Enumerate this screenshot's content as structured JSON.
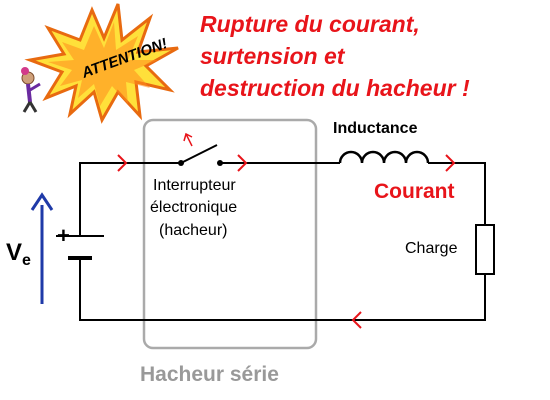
{
  "warning": {
    "badge_text": "ATTENTION!",
    "lines": [
      "Rupture du courant,",
      "surtension et",
      "destruction du hacheur !"
    ]
  },
  "labels": {
    "inductance": "Inductance",
    "courant": "Courant",
    "switch": [
      "Interrupteur",
      "électronique",
      "(hacheur)"
    ],
    "charge": "Charge",
    "hacheur_serie": "Hacheur série",
    "voltage_main": "V",
    "voltage_sub": "e",
    "battery_plus": "+"
  },
  "colors": {
    "warning": "#e8141a",
    "wire": "#000000",
    "current_arrow": "#e8141a",
    "voltage_arrow": "#1f3aa8",
    "hacheur_box": "#aaaaaa",
    "hacheur_label": "#999999",
    "burst_fill": "#ffe03a",
    "burst_stroke": "#e86a10"
  }
}
